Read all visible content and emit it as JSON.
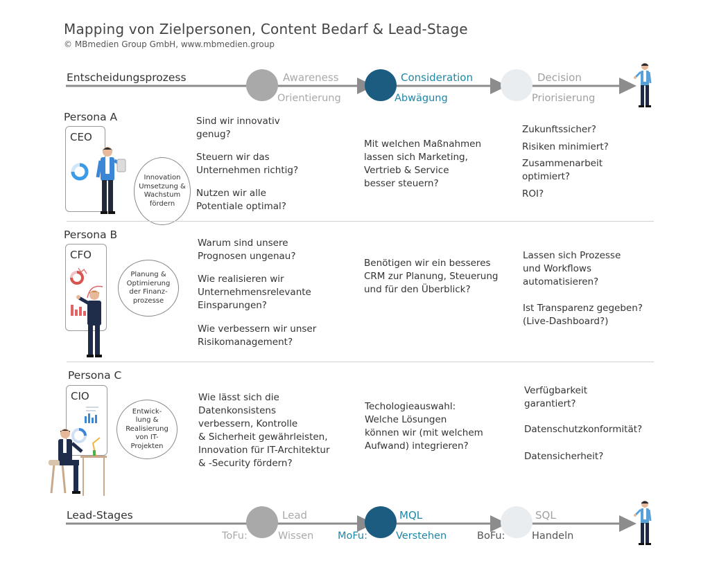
{
  "header": {
    "title": "Mapping von Zielpersonen, Content Bedarf & Lead-Stage",
    "copyright": "© MBmedien Group GmbH, www.mbmedien.group"
  },
  "colors": {
    "gray_circle": "#a9a9a9",
    "dark_blue": "#1c5c80",
    "light_circle": "#eaedf0",
    "teal_text": "#1f86a6",
    "gray_text": "#a0a0a0",
    "arrow": "#8c8c8c"
  },
  "decision_process": {
    "label": "Entscheidungsprozess",
    "stages": [
      {
        "top": "Awareness",
        "bottom": "Orientierung"
      },
      {
        "top": "Consideration",
        "bottom": "Abwägung"
      },
      {
        "top": "Decision",
        "bottom": "Priorisierung"
      }
    ]
  },
  "personas": [
    {
      "name": "Persona A",
      "role": "CEO",
      "bubble": "Innovation\nUmsetzung &\nWachstum\nfördern",
      "awareness": [
        "Sind wir innovativ\ngenug?",
        "Steuern wir das\nUnternehmen richtig?",
        "Nutzen wir alle\nPotentiale optimal?"
      ],
      "consideration": [
        "Mit welchen Maßnahmen\nlassen sich Marketing,\nVertrieb & Service\nbesser steuern?"
      ],
      "decision": [
        "Zukunftssicher?",
        "Risiken minimiert?",
        "Zusammenarbeit\noptimiert?",
        "ROI?"
      ]
    },
    {
      "name": "Persona B",
      "role": "CFO",
      "bubble": "Planung &\nOptimierung\nder Finanz-\nprozesse",
      "awareness": [
        "Warum sind unsere\nPrognosen ungenau?",
        "Wie realisieren wir\nUnternehmensrelevante\nEinsparungen?",
        "Wie verbessern wir unser\nRisikomanagement?"
      ],
      "consideration": [
        "Benötigen wir ein besseres\nCRM zur Planung, Steuerung\nund für den Überblick?"
      ],
      "decision": [
        "Lassen sich Prozesse\nund Workflows\nautomatisieren?",
        "Ist Transparenz gegeben?\n(Live-Dashboard?)"
      ]
    },
    {
      "name": "Persona C",
      "role": "CIO",
      "bubble": "Entwick-\nlung &\nRealisierung\nvon IT-\nProjekten",
      "awareness": [
        "Wie lässt sich die\nDatenkonsistens\nverbessern, Kontrolle\n& Sicherheit gewährleisten,\nInnovation für IT-Architektur\n& -Security fördern?"
      ],
      "consideration": [
        "Techologieauswahl:\nWelche Lösungen\nkönnen wir (mit welchem\nAufwand) integrieren?"
      ],
      "decision": [
        "Verfügbarkeit\ngarantiert?",
        "Datenschutzkonformität?",
        "Datensicherheit?"
      ]
    }
  ],
  "lead_stages": {
    "label": "Lead-Stages",
    "stages": [
      {
        "top": "Lead",
        "prefix": "ToFu:",
        "bottom": "Wissen"
      },
      {
        "top": "MQL",
        "prefix": "MoFu:",
        "bottom": "Verstehen"
      },
      {
        "top": "SQL",
        "prefix": "BoFu:",
        "bottom": "Handeln"
      }
    ]
  }
}
